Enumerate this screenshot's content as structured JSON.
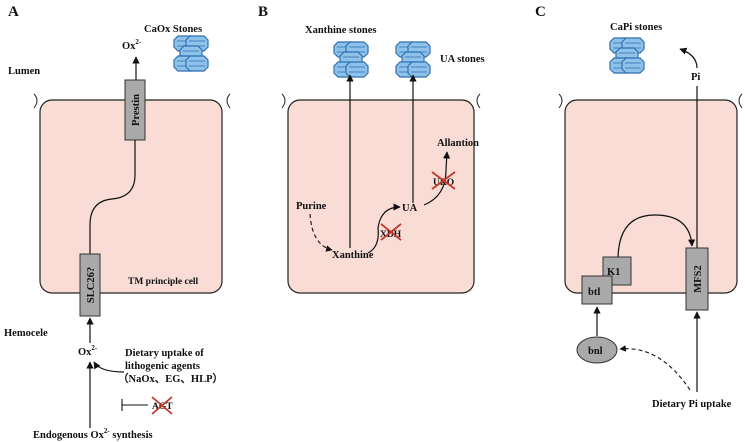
{
  "panels": {
    "a": {
      "letter": "A",
      "lumen": "Lumen",
      "hemocele": "Hemocele",
      "stone_label": "CaOx Stones",
      "ox_top": "Ox",
      "ox_top_sup": "2-",
      "prestin": "Prestin",
      "slc26": "SLC26?",
      "cell_label": "TM principle cell",
      "ox_bottom": "Ox",
      "ox_bottom_sup": "2-",
      "dietary_line1": "Dietary uptake of",
      "dietary_line2": "lithogenic agents",
      "dietary_line3": "（NaOx、EG、HLP）",
      "agt": "AGT",
      "endogenous": "Endogenous Ox",
      "endogenous_sup": "2-",
      "endogenous_end": " synthesis"
    },
    "b": {
      "letter": "B",
      "xanthine_stones": "Xanthine stones",
      "ua_stones": "UA stones",
      "allantion": "Allantion",
      "uro": "URO",
      "ua": "UA",
      "purine": "Purine",
      "xdh": "XDH",
      "xanthine": "Xanthine"
    },
    "c": {
      "letter": "C",
      "stone_label": "CaPi stones",
      "pi": "Pi",
      "k1": "K1",
      "btl": "btl",
      "mfs2": "MFS2",
      "bnl": "bnl",
      "dietary_pi": "Dietary Pi uptake"
    }
  },
  "colors": {
    "cell_fill": "#f9dcd5",
    "box_fill": "#a9a9a9",
    "stone_light": "#8fc2ea",
    "stone_dark": "#2f6fb0",
    "cross": "#c0392b"
  }
}
